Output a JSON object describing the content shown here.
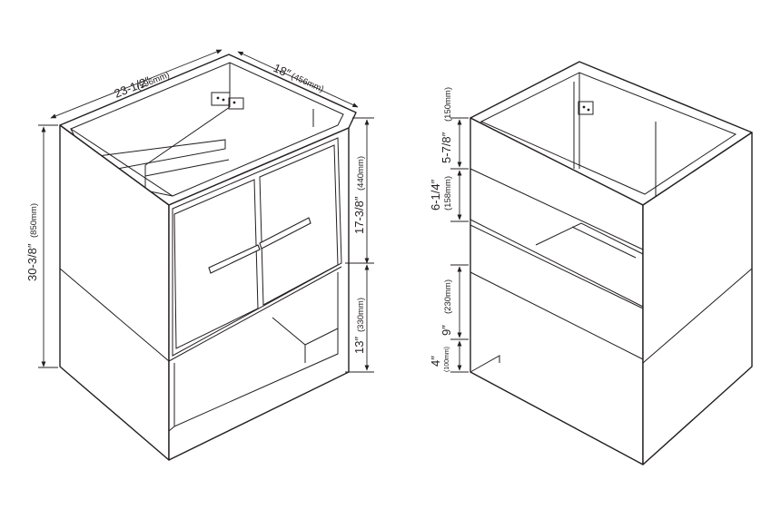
{
  "left_view": {
    "width": {
      "inch": "23-1/2″",
      "mm": "(596mm)"
    },
    "depth": {
      "inch": "18″",
      "mm": "(456mm)"
    },
    "height": {
      "inch": "30-3/8″",
      "mm": "(850mm)"
    },
    "upper_front": {
      "inch": "17-3/8″",
      "mm": "(440mm)"
    },
    "lower_front": {
      "inch": "13″",
      "mm": "(330mm)"
    }
  },
  "right_view": {
    "dim_1": {
      "inch": "5-7/8″",
      "mm": "(150mm)"
    },
    "dim_2": {
      "inch": "6-1/4″",
      "mm": "(158mm)"
    },
    "dim_3": {
      "inch": "9″",
      "mm": "(230mm)"
    },
    "dim_4": {
      "inch": "4″",
      "mm": "(100mm)"
    }
  }
}
